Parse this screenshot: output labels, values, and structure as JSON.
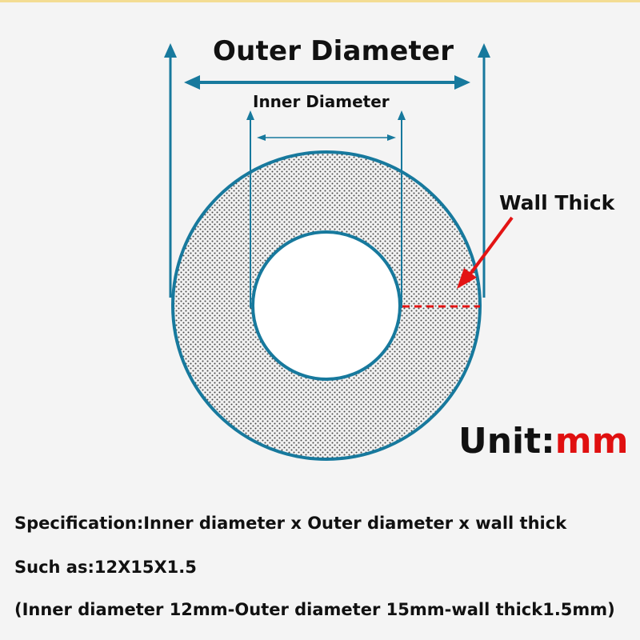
{
  "labels": {
    "outer_diameter": "Outer Diameter",
    "inner_diameter": "Inner Diameter",
    "wall_thick": "Wall Thick",
    "unit_prefix": "Unit:",
    "unit_value": "mm"
  },
  "spec_lines": [
    "Specification:Inner diameter x Outer diameter x wall thick",
    "Such as:12X15X1.5",
    "(Inner diameter 12mm-Outer diameter 15mm-wall thick1.5mm)"
  ],
  "colors": {
    "outline": "#17799d",
    "wall_marker": "#e31414",
    "unit_value": "#e01010",
    "text": "#111111",
    "background": "#f4f4f4"
  }
}
